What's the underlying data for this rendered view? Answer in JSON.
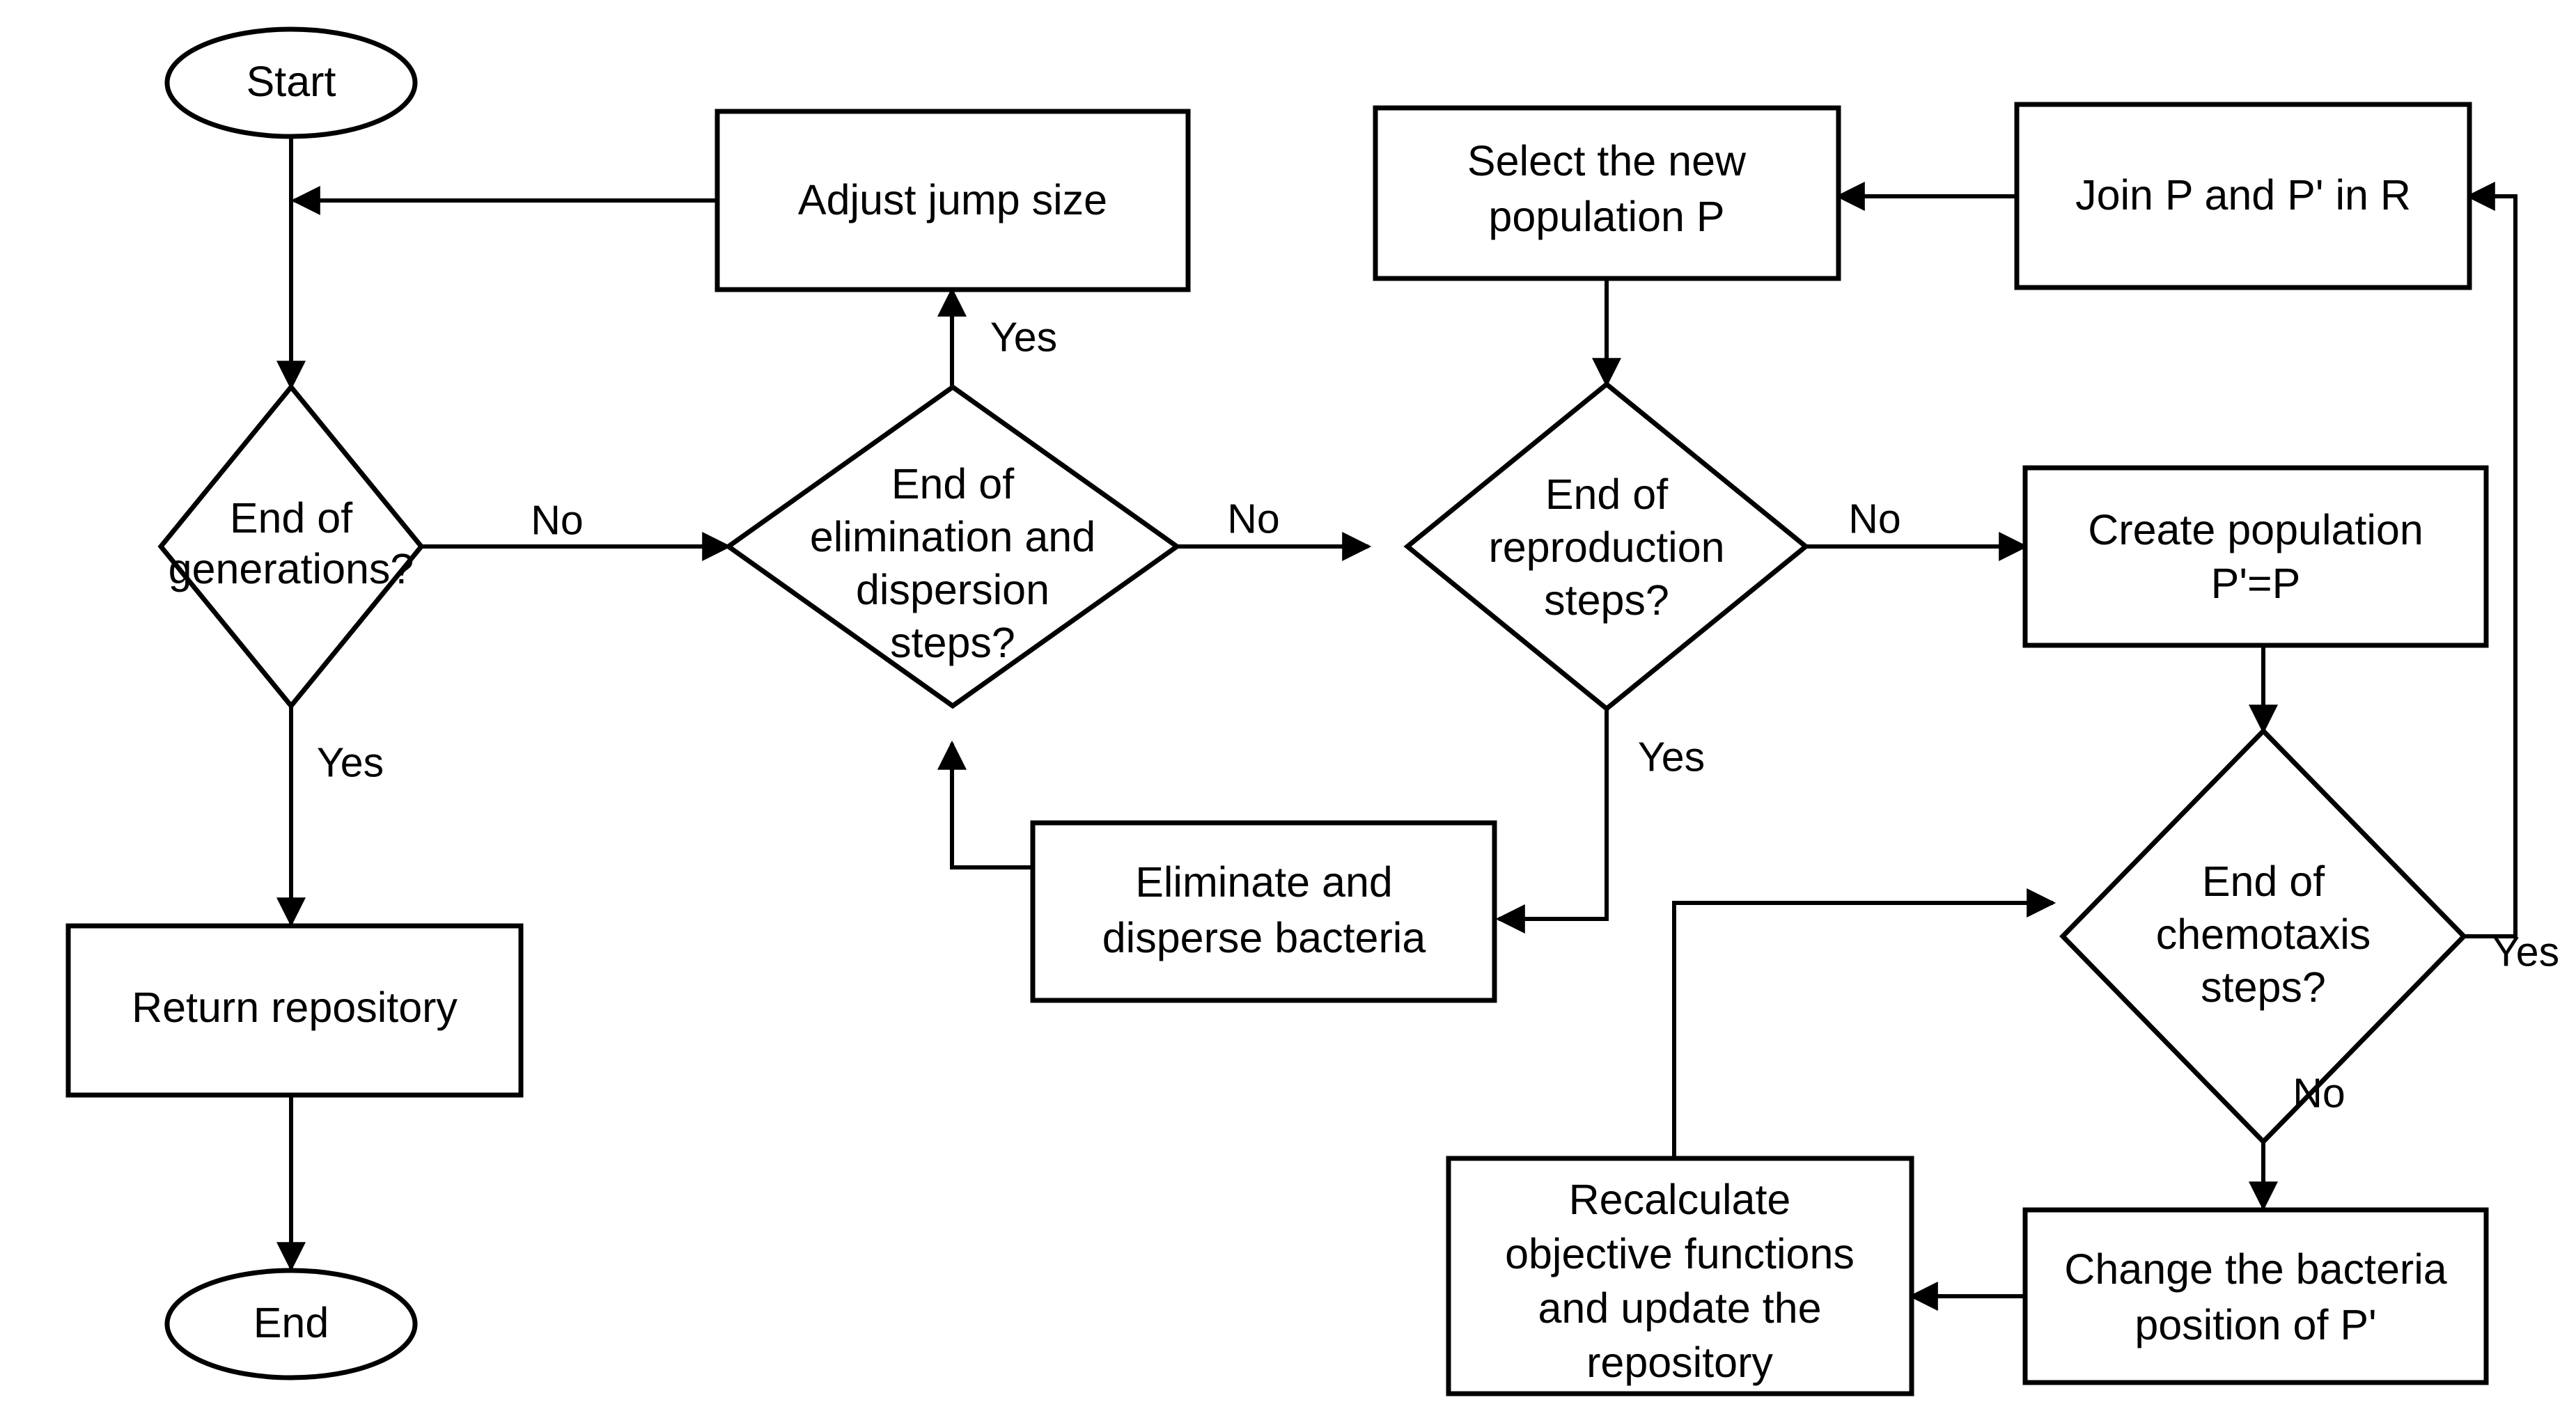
{
  "diagram": {
    "title": "Bacterial foraging optimization algorithm flowchart",
    "background_color": "#ffffff",
    "stroke_color": "#000000",
    "nodes": [
      {
        "id": "start",
        "shape": "ellipse",
        "label": "Start"
      },
      {
        "id": "adjust_jump",
        "shape": "rectangle",
        "label": "Adjust jump size"
      },
      {
        "id": "select_pop",
        "shape": "rectangle",
        "label_line1": "Select the new",
        "label_line2": "population P"
      },
      {
        "id": "join_pr",
        "shape": "rectangle",
        "label": "Join P and P' in R"
      },
      {
        "id": "end_gen",
        "shape": "diamond",
        "label_line1": "End of",
        "label_line2": "generations?"
      },
      {
        "id": "end_elim",
        "shape": "diamond",
        "label_line1": "End of",
        "label_line2": "elimination and",
        "label_line3": "dispersion",
        "label_line4": "steps?"
      },
      {
        "id": "end_repro",
        "shape": "diamond",
        "label_line1": "End of",
        "label_line2": "reproduction",
        "label_line3": "steps?"
      },
      {
        "id": "create_pop",
        "shape": "rectangle",
        "label_line1": "Create population",
        "label_line2": "P'=P"
      },
      {
        "id": "eliminate",
        "shape": "rectangle",
        "label_line1": "Eliminate and",
        "label_line2": "disperse bacteria"
      },
      {
        "id": "end_chemo",
        "shape": "diamond",
        "label_line1": "End of",
        "label_line2": "chemotaxis",
        "label_line3": "steps?"
      },
      {
        "id": "return_repo",
        "shape": "rectangle",
        "label": "Return repository"
      },
      {
        "id": "end",
        "shape": "ellipse",
        "label": "End"
      },
      {
        "id": "recalculate",
        "shape": "rectangle",
        "label_line1": "Recalculate",
        "label_line2": "objective functions",
        "label_line3": "and update the",
        "label_line4": "repository"
      },
      {
        "id": "change_pos",
        "shape": "rectangle",
        "label_line1": "Change the bacteria",
        "label_line2": "position of P'"
      }
    ],
    "edge_labels": {
      "end_gen_no": "No",
      "end_gen_yes": "Yes",
      "end_elim_yes": "Yes",
      "end_elim_no": "No",
      "end_repro_no": "No",
      "end_repro_yes": "Yes",
      "end_chemo_yes": "Yes",
      "end_chemo_no": "No"
    }
  }
}
